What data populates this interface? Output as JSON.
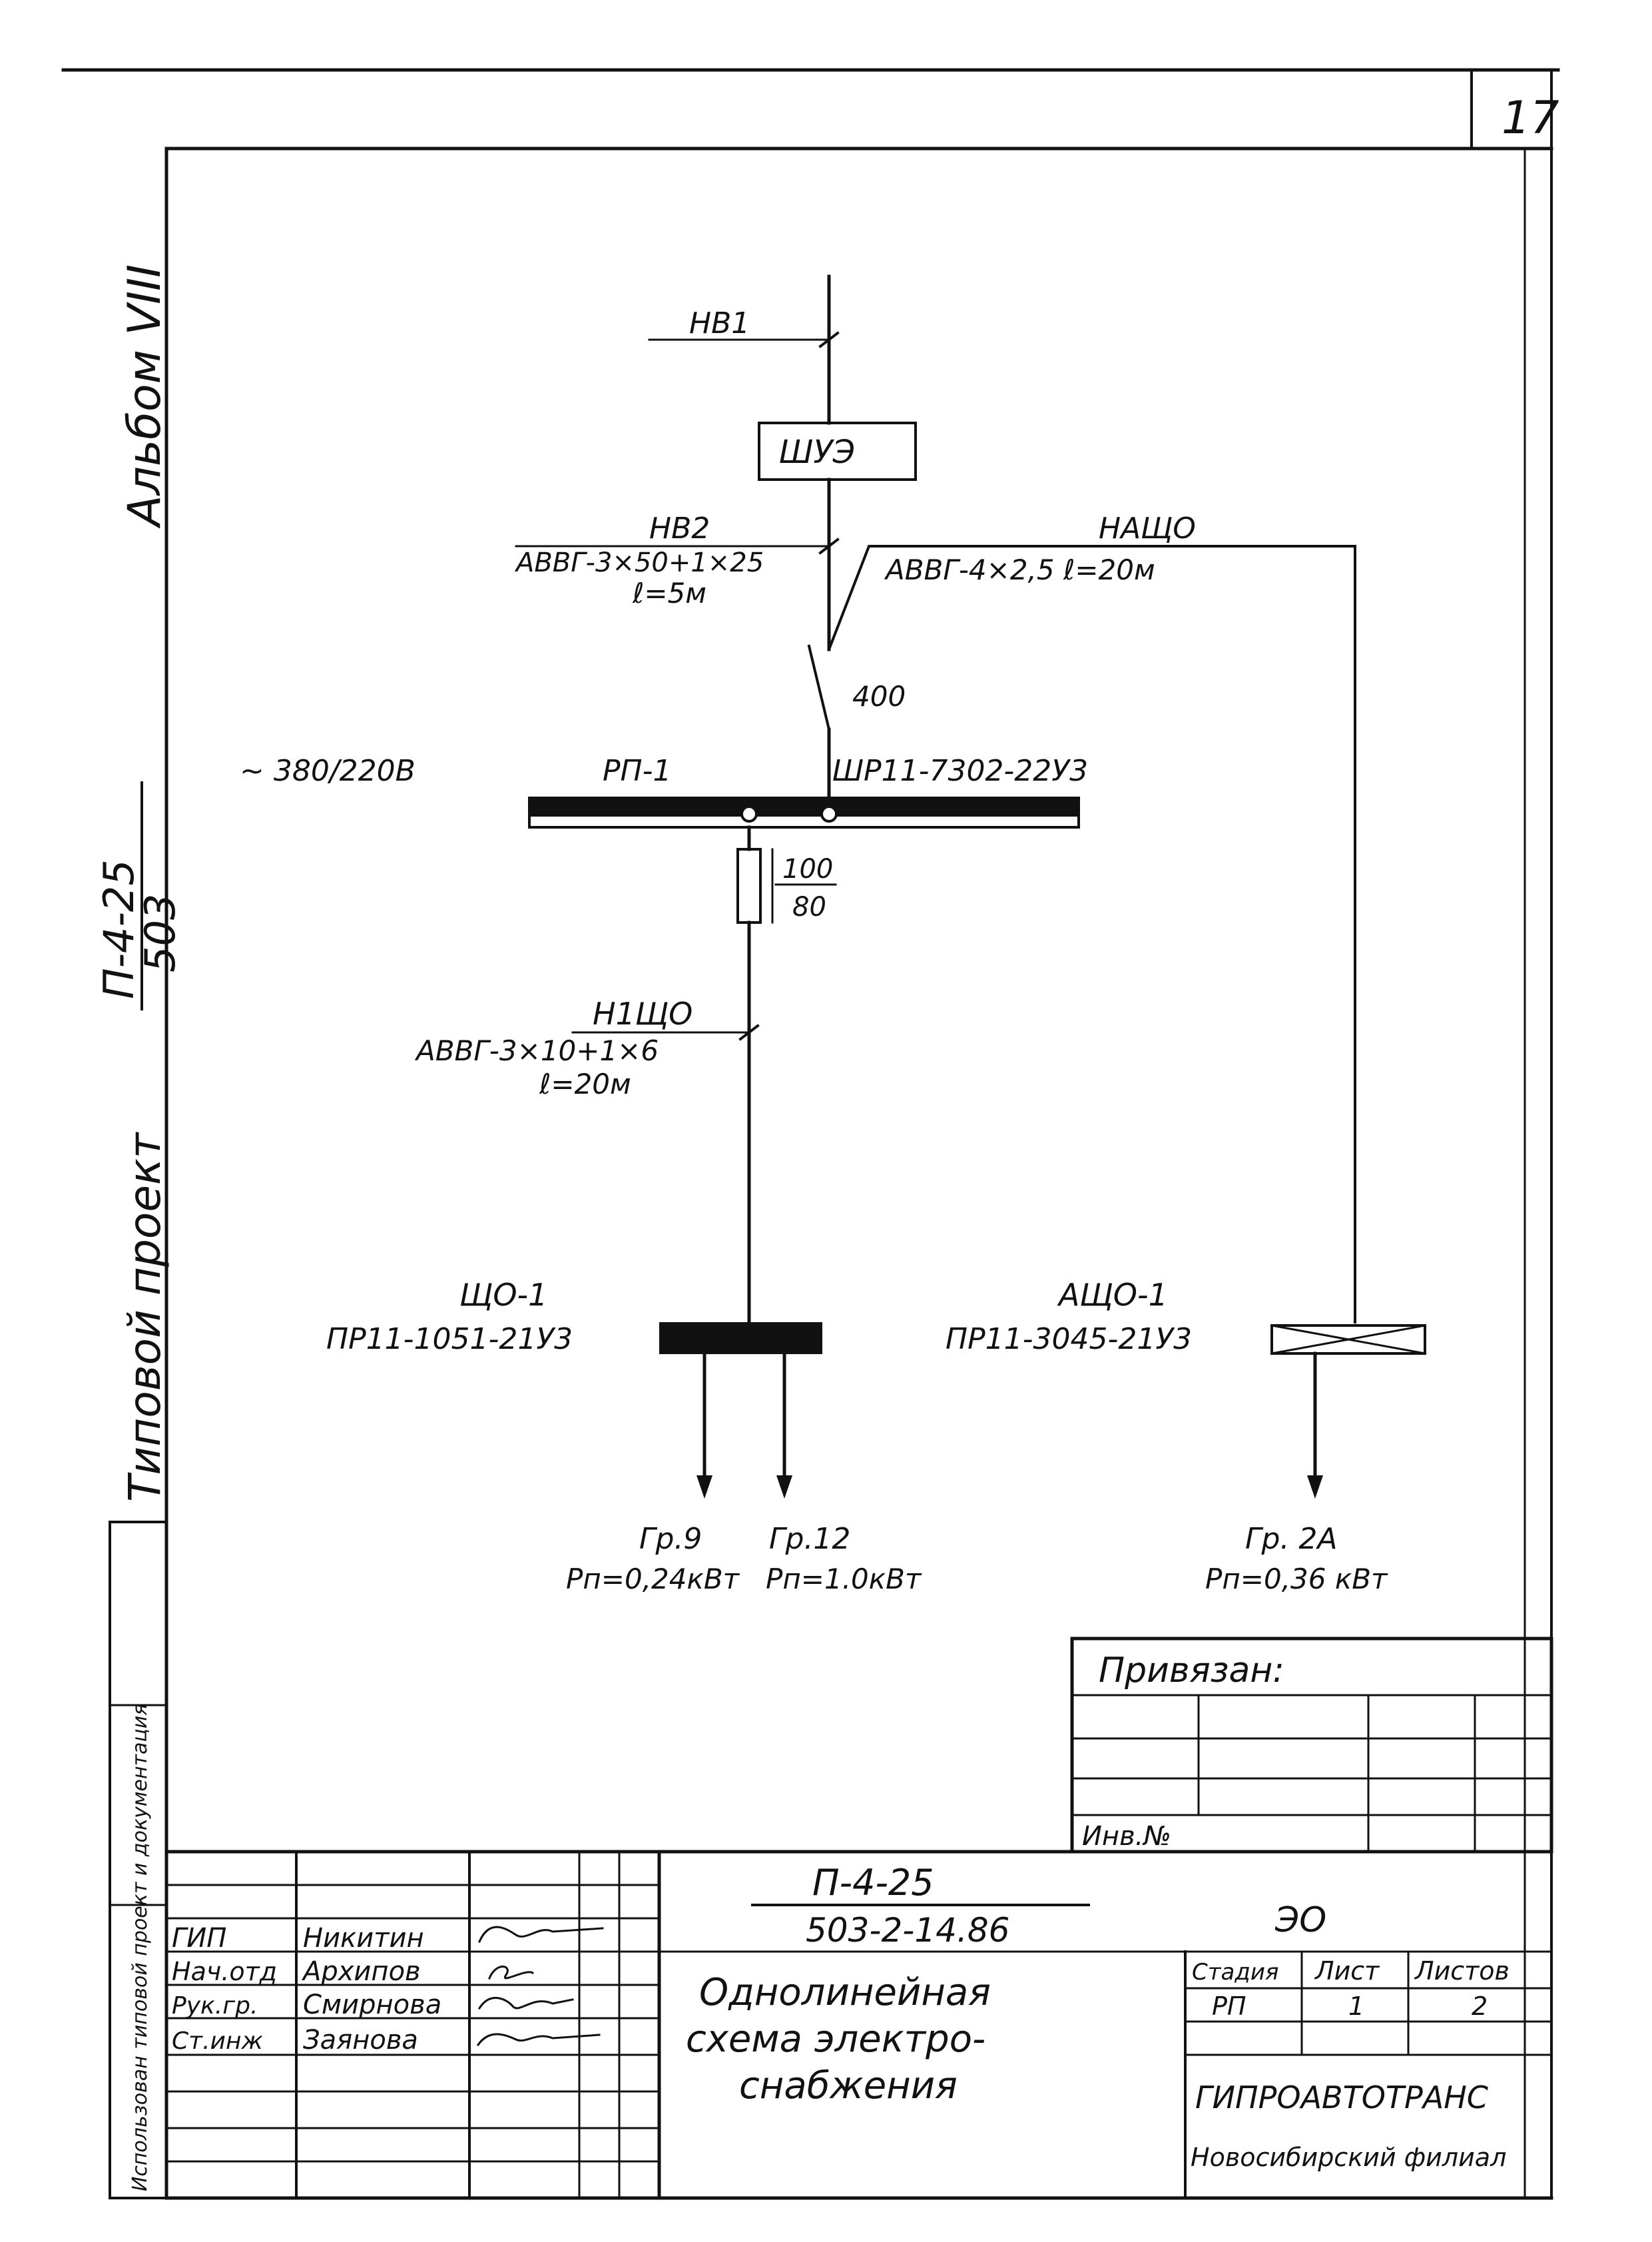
{
  "sheet": {
    "page_number": "17",
    "side_album": "Альбом VIII",
    "side_project": "Типовой проект",
    "side_code_top": "П-4-25",
    "side_code_bottom": "503",
    "side_vertical_note": "Использован типовой проект и документация"
  },
  "diagram": {
    "hb1": "НВ1",
    "shue": "ШУЭ",
    "hb2": "НВ2",
    "hb2_cable": "АВВГ-3×50+1×25",
    "hb2_len": "ℓ=5м",
    "nasho": "НАЩО",
    "nasho_cable": "АВВГ-4×2,5  ℓ=20м",
    "switch_rating": "400",
    "voltage": "~ 380/220В",
    "rp_name": "РП-1",
    "rp_type": "ШР11-7302-22У3",
    "fuse_top": "100",
    "fuse_bottom": "80",
    "n1sho": "Н1ЩО",
    "n1sho_cable": "АВВГ-3×10+1×6",
    "n1sho_len": "ℓ=20м",
    "shco_name": "ЩО-1",
    "shco_type": "ПР11-1051-21У3",
    "asho_name": "АЩО-1",
    "asho_type": "ПР11-3045-21У3",
    "gr9_name": "Гр.9",
    "gr9_power": "Рп=0,24кВт",
    "gr12_name": "Гр.12",
    "gr12_power": "Рп=1.0кВт",
    "gr2a_name": "Гр. 2А",
    "gr2a_power": "Рп=0,36 кВт"
  },
  "binding": {
    "title": "Привязан:",
    "inv_label": "Инв.№"
  },
  "title_block": {
    "doc_code_top": "П-4-25",
    "doc_code_bottom": "503-2-14.86",
    "mark": "ЭО",
    "roles": [
      "ГИП",
      "Нач.отд",
      "Рук.гр.",
      "Ст.инж"
    ],
    "names": [
      "Никитин",
      "Архипов",
      "Смирнова",
      "Заянова"
    ],
    "drawing_title": [
      "Однолинейная",
      "схема  электро-",
      "снабжения"
    ],
    "stage_header": "Стадия",
    "sheet_header": "Лист",
    "sheets_header": "Листов",
    "stage": "РП",
    "sheet": "1",
    "sheets": "2",
    "org_name": "ГИПРОАВТОТРАНС",
    "org_branch": "Новосибирский филиал"
  }
}
